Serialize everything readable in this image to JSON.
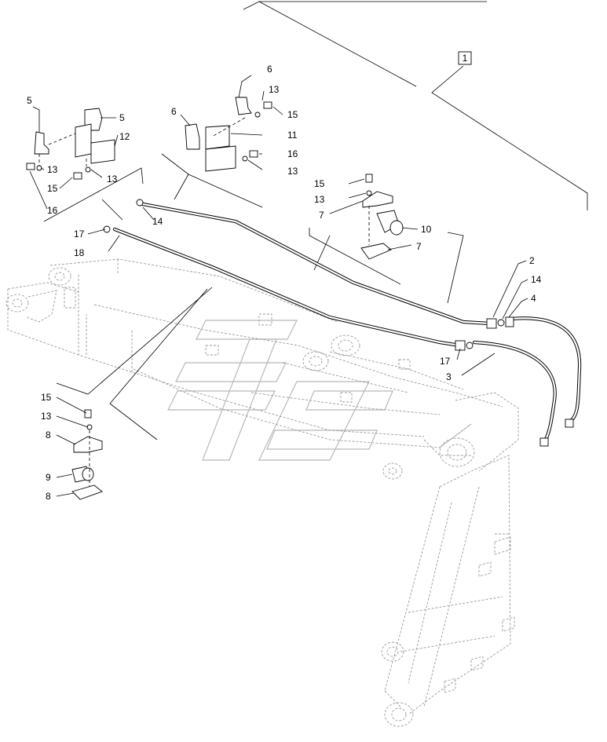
{
  "diagram": {
    "assembly_label": "1",
    "callouts": [
      {
        "id": "c5a",
        "text": "5"
      },
      {
        "id": "c5b",
        "text": "5"
      },
      {
        "id": "c12",
        "text": "12"
      },
      {
        "id": "c13a",
        "text": "13"
      },
      {
        "id": "c13b",
        "text": "13"
      },
      {
        "id": "c15a",
        "text": "15"
      },
      {
        "id": "c16a",
        "text": "16"
      },
      {
        "id": "c6a",
        "text": "6"
      },
      {
        "id": "c6b",
        "text": "6"
      },
      {
        "id": "c13c",
        "text": "13"
      },
      {
        "id": "c15b",
        "text": "15"
      },
      {
        "id": "c11",
        "text": "11"
      },
      {
        "id": "c16b",
        "text": "16"
      },
      {
        "id": "c13d",
        "text": "13"
      },
      {
        "id": "c15c",
        "text": "15"
      },
      {
        "id": "c13e",
        "text": "13"
      },
      {
        "id": "c7a",
        "text": "7"
      },
      {
        "id": "c10",
        "text": "10"
      },
      {
        "id": "c7b",
        "text": "7"
      },
      {
        "id": "c14a",
        "text": "14"
      },
      {
        "id": "c17a",
        "text": "17"
      },
      {
        "id": "c18",
        "text": "18"
      },
      {
        "id": "c2",
        "text": "2"
      },
      {
        "id": "c14b",
        "text": "14"
      },
      {
        "id": "c4",
        "text": "4"
      },
      {
        "id": "c17b",
        "text": "17"
      },
      {
        "id": "c3",
        "text": "3"
      },
      {
        "id": "c15d",
        "text": "15"
      },
      {
        "id": "c13f",
        "text": "13"
      },
      {
        "id": "c8a",
        "text": "8"
      },
      {
        "id": "c9",
        "text": "9"
      },
      {
        "id": "c8b",
        "text": "8"
      }
    ]
  }
}
